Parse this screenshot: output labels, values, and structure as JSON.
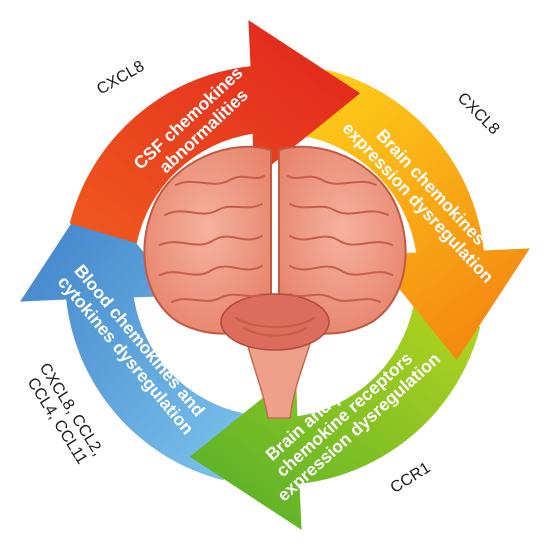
{
  "arrows": {
    "top": {
      "lines": [
        "CSF chemokines",
        "abnormalities"
      ],
      "color": "#e23d1e"
    },
    "right": {
      "lines": [
        "Brain chemokines",
        "expression dysregulation"
      ],
      "color": "#f7a010"
    },
    "bottom": {
      "lines": [
        "Brain and peripheral",
        "chemokine receptors",
        "expression dysregulation"
      ],
      "color": "#8cc21d"
    },
    "left": {
      "lines": [
        "Blood chemokines and",
        "cytokines dysregulation"
      ],
      "color": "#4c93d2"
    }
  },
  "external_labels": {
    "top_left": "CXCL8",
    "top_right": "CXCL8",
    "bottom_right": "CCR1",
    "bottom_left": [
      "CXCL8, CCL2,",
      "CCL4, CCL11"
    ]
  },
  "center_image": "brain-illustration"
}
